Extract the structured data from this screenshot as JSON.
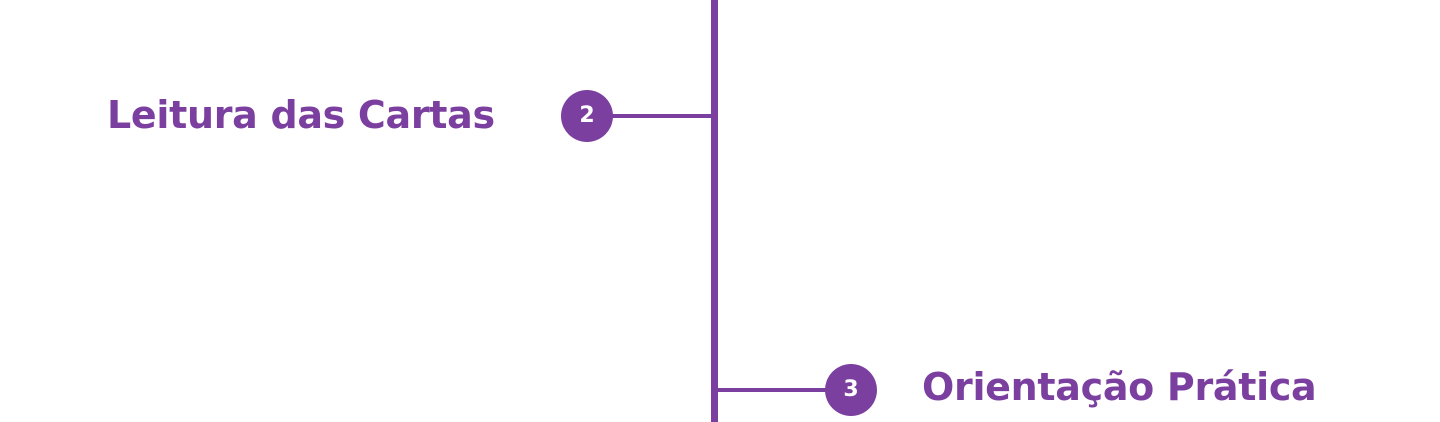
{
  "theme": {
    "accent": "#7b3fa0"
  },
  "timeline": {
    "steps": [
      {
        "number": "2",
        "title": "Leitura das Cartas"
      },
      {
        "number": "3",
        "title": "Orientação Prática"
      }
    ]
  }
}
